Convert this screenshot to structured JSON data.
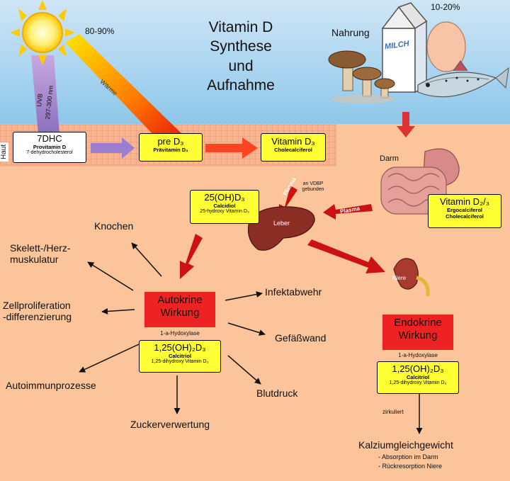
{
  "title": [
    "Vitamin D",
    "Synthese",
    "und",
    "Aufnahme"
  ],
  "sun": {
    "percent": "80-90%",
    "uvb": "UVB",
    "nm": "297-300 nm",
    "waerme": "Wärme"
  },
  "food": {
    "percent": "10-20%",
    "label": "Nahrung",
    "milk": "MILCH"
  },
  "skin": {
    "label": "Haut"
  },
  "dhc": {
    "name": "7DHC",
    "line1": "Provitamin D",
    "line2": "7-dehydrocholesterol"
  },
  "pre": {
    "name": "pre D₃",
    "line1": "Prävitamin D₃"
  },
  "vitd3": {
    "name": "Vitamin D₃",
    "line1": "Cholecalciferol"
  },
  "darm": "Darm",
  "vitd23": {
    "name": "Vitamin D₂/₃",
    "line1": "Ergocalciferol",
    "line2": "Cholecalciferol"
  },
  "plasma1": "Plasma",
  "plasma2": "Plasma",
  "vdbp": [
    "an VDBP",
    "gebunden"
  ],
  "leber": "Leber",
  "niere": "Niere",
  "oh25": {
    "name": "25(OH)D₃",
    "line1": "Calcidiol",
    "line2": "25-hydroxy Vitamin D₃"
  },
  "auto": {
    "title": [
      "Autokrine",
      "Wirkung"
    ],
    "enzyme": "1-a-Hydoxylase",
    "name": "1,25(OH)₂D₃",
    "line1": "Calcitriol",
    "line2": "1,25-dihydroxy Vitamin D₃"
  },
  "endo": {
    "title": [
      "Endokrine",
      "Wirkung"
    ],
    "enzyme": "1-a-Hydoxylase",
    "name": "1,25(OH)₂D₃",
    "line1": "Calcitriol",
    "line2": "1,25-dihydroxy Vitamin D₃"
  },
  "targets": {
    "knochen": "Knochen",
    "skelett": [
      "Skelett-/Herz-",
      "muskulatur"
    ],
    "zell": [
      "Zellproliferation",
      "-differenzierung"
    ],
    "autoimmun": "Autoimmunprozesse",
    "zucker": "Zuckerverwertung",
    "blutdruck": "Blutdruck",
    "gefass": "Gefäßwand",
    "infekt": "Infektabwehr"
  },
  "zirkuliert": "zirkuliert",
  "kalzium": {
    "title": "Kalziumgleichgewicht",
    "line1": "- Absorption im Darm",
    "line2": "- Rückresorption Niere"
  },
  "colors": {
    "sky": "#a8d3ee",
    "peach": "#fbc49a",
    "skin": "#f4b893",
    "red": "#ee2222",
    "yellow": "#ffff33",
    "arrow": "#cc1111"
  }
}
